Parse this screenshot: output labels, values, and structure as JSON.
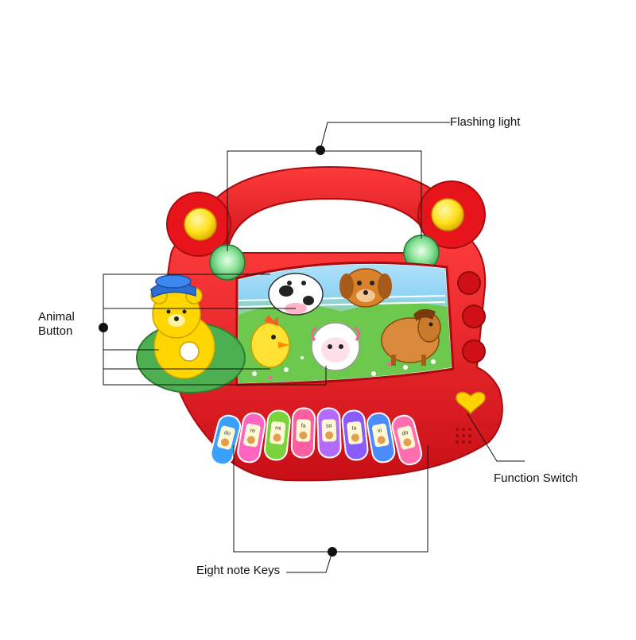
{
  "callouts": {
    "flashing_light": "Flashing light",
    "animal_button_line1": "Animal",
    "animal_button_line2": "Button",
    "function_switch": "Function Switch",
    "eight_note_keys": "Eight note Keys"
  },
  "key_labels": [
    "do",
    "re",
    "mi",
    "fa",
    "so",
    "la",
    "xi",
    "do"
  ],
  "colors": {
    "toy_body": "#e8141c",
    "toy_body_dark": "#b50d12",
    "leader_line": "#111111",
    "yellow_button": "#ffe11a",
    "flash_light": "#7fe08a",
    "heart_button": "#ffd400",
    "scene_sky": "#8fd3f4",
    "scene_grass": "#5cc441"
  },
  "key_colors": [
    "#3aa0ff",
    "#ff66c2",
    "#7ad33b",
    "#ff5fa0",
    "#b36bff",
    "#8a5cff",
    "#4a8cff",
    "#ff6fb0"
  ]
}
